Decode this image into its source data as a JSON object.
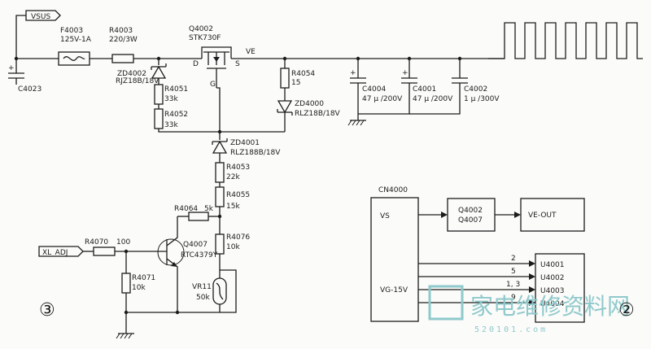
{
  "labels": {
    "vsus": "VSUS",
    "f4003": "F4003",
    "f4003_val": "125V-1A",
    "r4003": "R4003",
    "r4003_val": "220/3W",
    "c4023": "C4023",
    "q4002": "Q4002",
    "q4002_part": "STK730F",
    "d": "D",
    "s": "S",
    "g": "G",
    "ve": "VE",
    "zd4002": "ZD4002",
    "zd4002_val": "RJZ18B/18V",
    "r4051": "R4051",
    "r4051_val": "33k",
    "r4052": "R4052",
    "r4052_val": "33k",
    "r4054": "R4054",
    "r4054_val": "15",
    "zd4000": "ZD4000",
    "zd4000_val": "RLZ18B/18V",
    "c4004": "C4004",
    "c4004_val": "47 μ /200V",
    "c4001": "C4001",
    "c4001_val": "47 μ /200V",
    "c4002": "C4002",
    "c4002_val": "1 μ /300V",
    "zd4001": "ZD4001",
    "zd4001_val": "RLZ188B/18V",
    "r4053": "R4053",
    "r4053_val": "22k",
    "r4055": "R4055",
    "r4055_val": "15k",
    "r4064": "R4064",
    "r4064_val": "5k",
    "r4076": "R4076",
    "r4076_val": "10k",
    "q4007": "Q4007",
    "q4007_part": "RTC4379Y",
    "xl_adj": "XL_ADJ",
    "r4070": "R4070",
    "r4070_val": "100",
    "r4071": "R4071",
    "r4071_val": "10k",
    "vr11": "VR11",
    "vr11_val": "50k",
    "circle3": "③",
    "circle2": "②"
  },
  "block": {
    "cn4000": "CN4000",
    "vs": "VS",
    "vg": "VG-15V",
    "q4002": "Q4002",
    "q4007": "Q4007",
    "ve_out": "VE-OUT",
    "u4001": "U4001",
    "u4002": "U4002",
    "u4003": "U4003",
    "u4004": "U4004",
    "pin2": "2",
    "pin5": "5",
    "pin13": "1, 3",
    "pin9": "9"
  },
  "watermark": {
    "cn": "家电维修资料网",
    "url": "520101.com"
  }
}
